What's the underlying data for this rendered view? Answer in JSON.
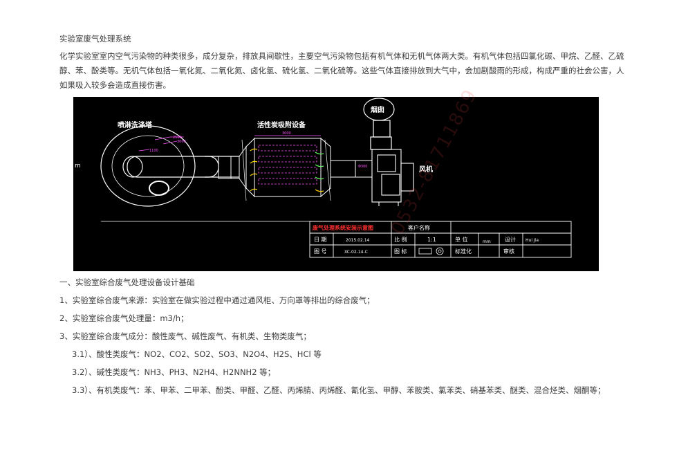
{
  "article": {
    "title": "实验室废气处理系统",
    "intro": "化学实验室室内空气污染物的种类很多，成分复杂，排放具间歇性，主要空气污染物包括有机气体和无机气体两大类。有机气体包括四氯化碳、甲烷、乙醛、乙硫醇、苯、酚类等。无机气体包括一氧化氮、二氧化氮、卤化氢、硫化氢、二氧化硫等。这些气体直接排放到大气中，会加剧酸雨的形成，构成严重的社会公害，人如果吸入较多会造成直接伤害。",
    "section1_title": "一、实验室综合废气处理设备设计基础",
    "item1": "1、实验室综合废气来源：实验室在做实验过程中通过通风柜、万向罩等排出的综合废气；",
    "item2": "2、实验室综合废气处理量：m3/h；",
    "item3": "3、实验室综合废气成分：酸性废气、碱性废气、有机类、生物类废气；",
    "item3_1": "3.1）、酸性类废气：NO2、CO2、SO2、SO3、N2O4、H2S、HCl 等",
    "item3_2": "3.2）、碱性类废气：NH3、PH3、N2H4、H2NNH2 等；",
    "item3_3": "3.3）、有机类废气：苯、甲苯、二甲苯、酚类、甲醛、乙醛、丙烯腈、丙烯醛、氰化氢、甲醇、苯胺类、氯苯类、硝基苯类、醚类、混合烃类、烟酮等；"
  },
  "drawing": {
    "label_tower": "喷淋洗涤塔",
    "label_carbon": "活性炭吸附设备",
    "label_chimney": "烟囱",
    "label_fan": "风机",
    "dim_2500": "2500",
    "dim_3000": "3000",
    "dim_1100": "1100",
    "dim_300": "Φ300",
    "dim_top": "3000",
    "edge_letter": "m",
    "title_block": {
      "drawing_name": "废气处理系统安装示意图",
      "customer_label": "客户名称",
      "date_label": "日 期",
      "date_value": "2015.02.14",
      "scale_label": "比 例",
      "scale_value": "1:1",
      "unit_label": "单 位",
      "unit_value": "mm",
      "design_label": "设计",
      "design_value": "Hui Jia",
      "number_label": "图 号",
      "number_value": "XC-02-14-C",
      "sheet_label": "图 标",
      "standard_label": "标准化",
      "review_label": "审核"
    }
  },
  "watermark_text": "0532-81711869",
  "colors": {
    "cad_bg": "#000000",
    "cad_line": "#ffffff",
    "cad_dim": "#ff55ff",
    "cad_red": "#ff3030",
    "cad_yellow": "#ffd700",
    "cad_green": "#66ff66"
  }
}
